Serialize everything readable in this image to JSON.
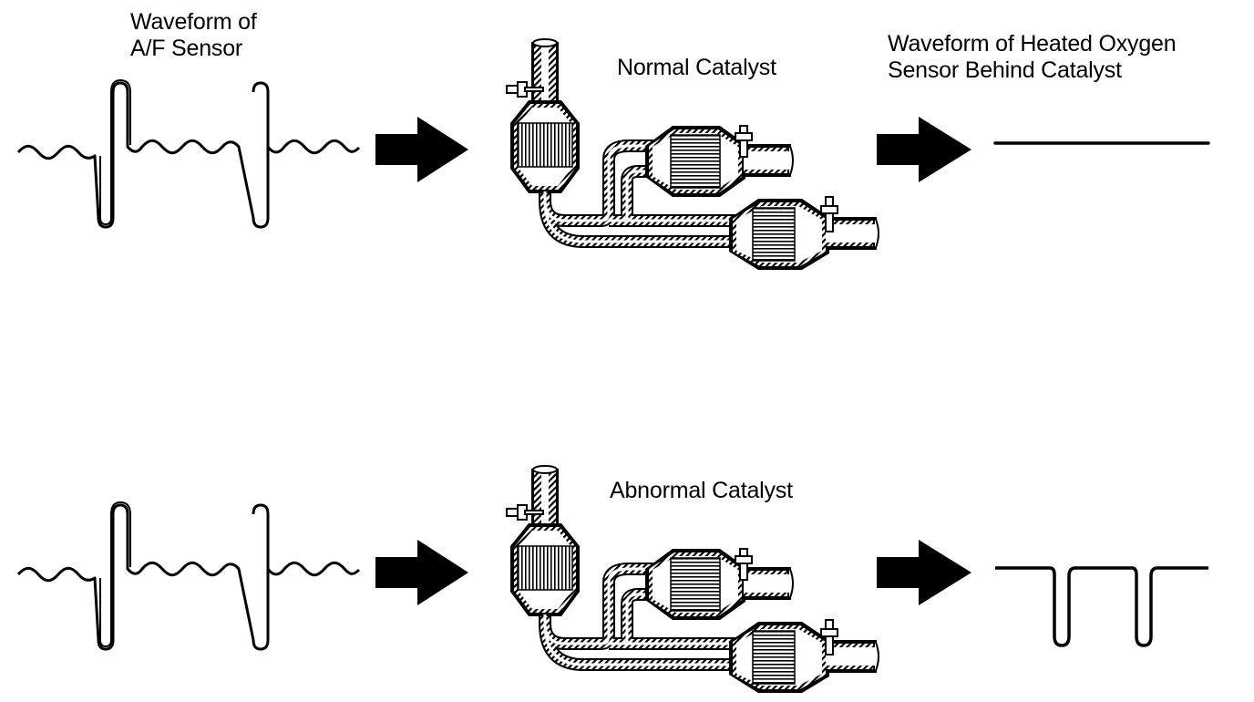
{
  "labels": {
    "af_sensor_waveform": [
      "Waveform of",
      "A/F Sensor"
    ],
    "ho2_sensor_waveform": [
      "Waveform of Heated Oxygen",
      "Sensor Behind Catalyst"
    ],
    "normal_catalyst": "Normal Catalyst",
    "abnormal_catalyst": "Abnormal Catalyst"
  },
  "rows": [
    {
      "case": "normal",
      "output_signal": "flat"
    },
    {
      "case": "abnormal",
      "output_signal": "two-dips"
    }
  ],
  "colors": {
    "ink": "#000000",
    "background": "#ffffff"
  },
  "icons": [
    "right-arrow-icon",
    "exhaust-catalyst-icon",
    "oxygen-sensor-icon"
  ]
}
